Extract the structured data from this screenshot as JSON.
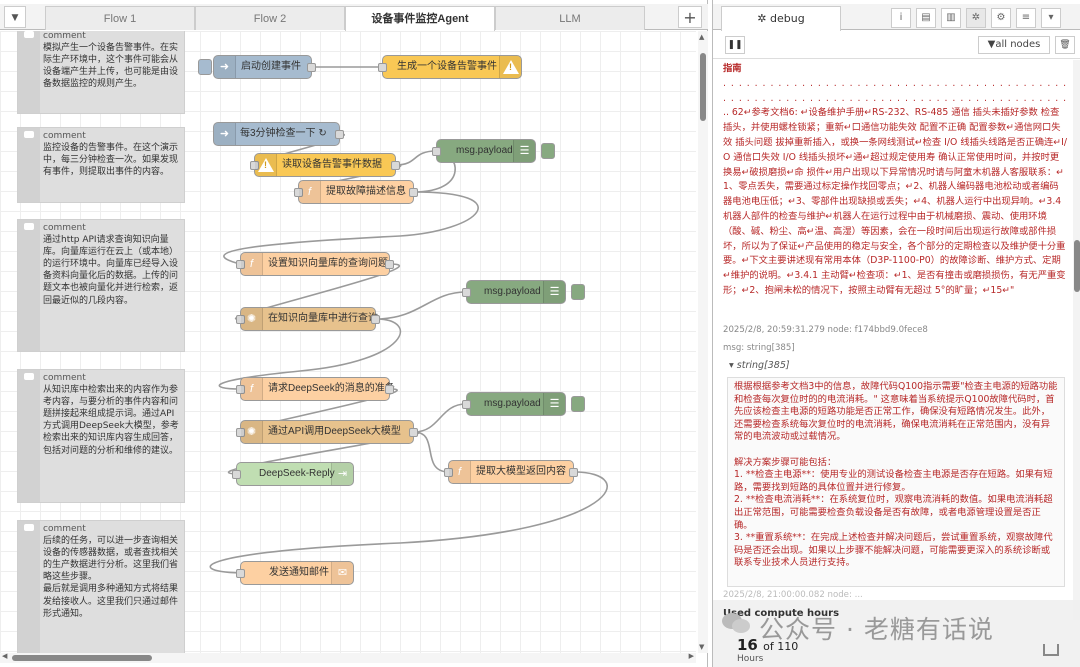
{
  "tabs": [
    "Flow 1",
    "Flow 2",
    "设备事件监控Agent",
    "LLM"
  ],
  "active_tab": "设备事件监控Agent",
  "add_tab": "+",
  "comments": [
    {
      "title": "comment",
      "text": "模拟产生一个设备告警事件。在实际生产环境中，这个事件可能会从设备端产生并上传，也可能是由设备数据监控的规则产生。"
    },
    {
      "title": "comment",
      "text": "监控设备的告警事件。在这个演示中，每三分钟检查一次。如果发现有事件，则提取出事件的内容。"
    },
    {
      "title": "comment",
      "text": "通过http API请求查询知识向量库。向量库运行在云上（或本地）的运行环境中。向量库已经导入设备资料向量化后的数据。上传的问题文本也被向量化并进行检索，返回最近似的几段内容。"
    },
    {
      "title": "comment",
      "text": "从知识库中检索出来的内容作为参考内容，与要分析的事件内容和问题拼接起来组成提示词。通过API方式调用DeepSeek大模型，参考检索出来的知识库内容生成回答，包括对问题的分析和维修的建议。"
    },
    {
      "title": "comment",
      "text": "后续的任务，可以进一步查询相关设备的传感器数据，或者查找相关的生产数据进行分析。这里我们省略这些步骤。\n最后就是调用多种通知方式将结果发给接收人。这里我们只通过邮件形式通知。"
    }
  ],
  "nodes": {
    "start_event": "启动创建事件",
    "gen_alarm": "生成一个设备告警事件",
    "check3min": "每3分钟检查一下 ↻",
    "read_alarm": "读取设备告警事件数据",
    "extract_desc": "提取故障描述信息",
    "debug1": "msg.payload",
    "set_query": "设置知识向量库的查询问题",
    "query_kb": "在知识向量库中进行查询",
    "debug2": "msg.payload",
    "prepare_ds": "请求DeepSeek的消息的准备",
    "call_ds": "通过API调用DeepSeek大模型",
    "ds_reply": "DeepSeek-Reply",
    "debug3": "msg.payload",
    "extract_reply": "提取大模型返回内容",
    "send_mail": "发送通知邮件"
  },
  "sidebar": {
    "tab_label": "debug",
    "icons": [
      "info-icon",
      "book-icon",
      "chart-icon",
      "bug-icon",
      "gear-icon",
      "database-icon",
      "chevron-down-icon"
    ],
    "filter_label": "all nodes",
    "msg1": {
      "heading": "指南",
      "dots": ". . . . . . . . . . . . . . . . . . . . . . . . . . . . . . . . . . . . . . . . . . . . . . . . . . . . . . . . . . .",
      "dots2": ". . . . . . . . . . . . . . . . . . . . . . . . . . . . . . . . . . . . . . . . . . . . . . . . . . . . . . . . . . .",
      "body": ".. 62↵参考文档6: ↵设备维护手册↵RS-232、RS-485 通信 插头未插好参数 检查插头，并使用螺栓锁紧；重新↵口通信功能失效 配置不正确 配置参数↵通信网口失效 插头问题 拔掉重新插入，或换一条网线测试↵检查 I/O 线插头线路是否正确连↵I/O 通信口失效 I/O 线插头损坏↵通↵超过规定使用寿 确认正常使用时间，并按时更换易↵破损磨损↵命 损件↵用户出现以下异常情况时请与阿童木机器人客服联系：↵1、零点丢失，需要通过标定操作找回零点；↵2、机器人编码器电池松动或者编码器电池电压低；↵3、零部件出现缺损或丢失；↵4、机器人运行中出现异响。↵3.4 机器人部件的检查与维护↵机器人在运行过程中由于机械磨损、震动、使用环境（酸、碱、粉尘、高↵温、高湿）等因素，会在一段时间后出现运行故障或部件损坏，所以为了保证↵产品使用的稳定与安全，各个部分的定期检查以及维护便十分重要。↵下文主要讲述现有常用本体（D3P-1100-P0）的故障诊断、维护方式、定期↵维护的说明。↵3.4.1 主动臂↵检查项：↵1、是否有撞击或磨损损伤，有无严重变形；↵2、抱闸未松的情况下，按照主动臂有无超过 5°的旷量；↵15↵\""
    },
    "msg_meta": "2025/2/8, 20:59:31.279  node: f174bbd9.0fece8",
    "msg_type": "msg: string[385]",
    "msg_head": "▾ string[385]",
    "msg2_body": "根据根据参考文档3中的信息，故障代码Q100指示需要\"检查主电源的短路功能和检查每次复位时的的电流消耗。\" 这意味着当系统提示Q100故障代码时，首先应该检查主电源的短路功能是否正常工作，确保没有短路情况发生。此外，还需要检查系统每次复位时的电流消耗，确保电流消耗在正常范围内，没有异常的电流波动或过载情况。\n\n解决方案步骤可能包括：\n1. **检查主电源**：使用专业的测试设备检查主电源是否存在短路。如果有短路，需要找到短路的具体位置并进行修复。\n2. **检查电流消耗**：在系统复位时，观察电流消耗的数值。如果电流消耗超出正常范围，可能需要检查负载设备是否有故障，或者电源管理设置是否正确。\n3. **重置系统**：在完成上述检查并解决问题后，尝试重置系统，观察故障代码是否还会出现。如果以上步骤不能解决问题，可能需要更深入的系统诊断或联系专业技术人员进行支持。",
    "msg_meta2": "2025/2/8, 21:00:00.082  node: ..."
  },
  "overlay": {
    "title": "Used compute hours",
    "count": "16",
    "of": "of 110",
    "hours": "Hours",
    "watermark": "公众号 · 老糖有话说"
  },
  "colors": {
    "inject": "#a6bbcf",
    "function": "#fdd0a2",
    "debug": "#87a980",
    "alert": "#f9c855",
    "reply": "#c0deb2"
  }
}
